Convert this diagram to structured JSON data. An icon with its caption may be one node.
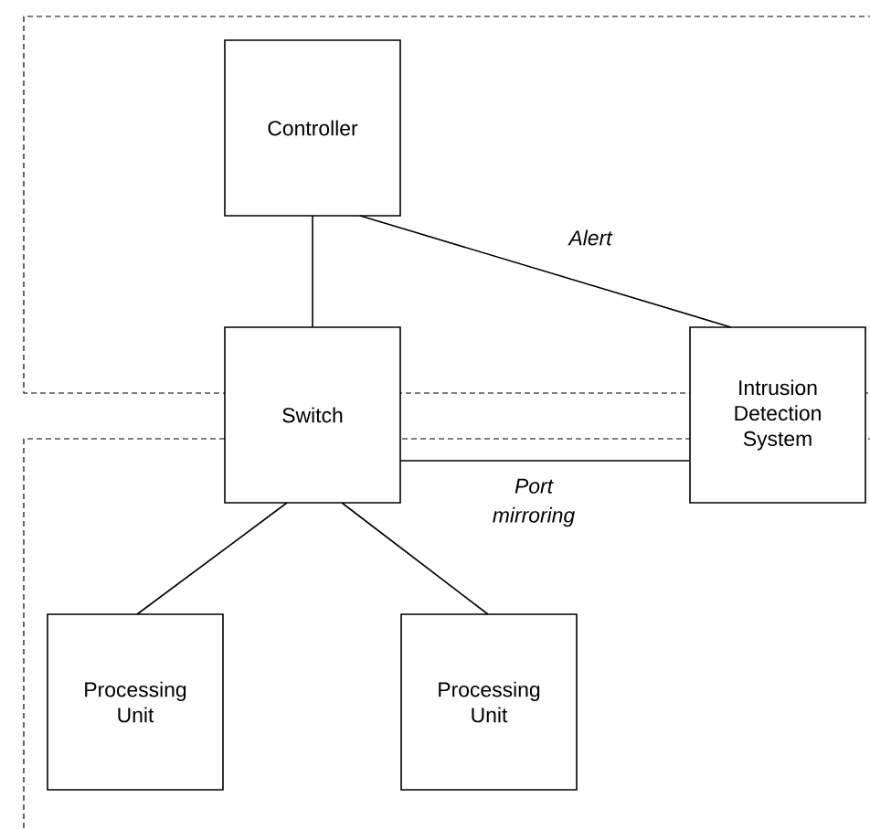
{
  "diagram": {
    "nodes": [
      {
        "text": [
          "Controller"
        ]
      },
      {
        "text": [
          "Switch"
        ]
      },
      {
        "text": [
          "Intrusion Detection System"
        ]
      },
      {
        "text": [
          "Processing Unit"
        ]
      },
      {
        "text": [
          "Processing Unit"
        ]
      }
    ],
    "edges": [
      {
        "from": 0,
        "to": 1,
        "arrow": "none"
      },
      {
        "from": 0,
        "to": 2,
        "arrow": "none",
        "label": "Alert"
      },
      {
        "from": 1,
        "to": 2,
        "arrow": "none",
        "label": "Port mirroring"
      },
      {
        "from": 1,
        "to": 3,
        "arrow": "none"
      },
      {
        "from": 1,
        "to": 4,
        "arrow": "none"
      }
    ]
  }
}
